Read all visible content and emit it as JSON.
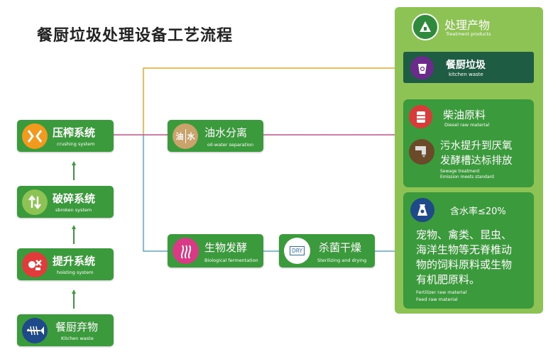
{
  "title": "餐厨垃圾处理设备工艺流程",
  "colors": {
    "box_green": "#3b9a3b",
    "panel_green": "#8dc255",
    "orange_line": "#f0a32c",
    "pink_line": "#d64a8a",
    "blue_line": "#5aa9d8"
  },
  "left_column": [
    {
      "cn": "压榨系统",
      "en": "crushing system",
      "icon": "crush-arrows-icon"
    },
    {
      "cn": "破碎系统",
      "en": "sbroken system",
      "icon": "up-down-arrows-icon"
    },
    {
      "cn": "提升系统",
      "en": "hoisting system",
      "icon": "hoist-icon"
    },
    {
      "cn": "餐厨弃物",
      "en": "Kitchen waste",
      "icon": "fish-bone-icon"
    }
  ],
  "middle": {
    "oil_water": {
      "cn": "油水分离",
      "en": "oil-water separation",
      "icon_chars": [
        "油",
        "水"
      ]
    },
    "bio": {
      "cn": "生物发酵",
      "en": "Biological fermentation",
      "icon": "steam-icon"
    },
    "dry": {
      "cn": "杀菌干燥",
      "en": "Sterilizing and drying",
      "icon_text": "DRY"
    }
  },
  "panel": {
    "header_cn": "处理产物",
    "header_en": "Treatment products",
    "kitchen_waste": {
      "cn": "餐厨垃圾",
      "en": "kitchen waste"
    },
    "diesel": {
      "cn": "柴油原料",
      "en": "Diesel raw material"
    },
    "sewage": {
      "cn_line1": "污水提升到厌氧",
      "cn_line2": "发酵槽达标排放",
      "en_line1": "Sewage treatment",
      "en_line2": "Emission meets standard"
    },
    "feed": {
      "moisture": "含水率≤20%",
      "lines": [
        "宠物、禽类、昆虫、",
        "海洋生物等无脊椎动",
        "物的饲料原料或生物",
        "有机肥原料。"
      ],
      "en_line1": "Fertilizer raw material",
      "en_line2": "Feed raw material"
    }
  }
}
